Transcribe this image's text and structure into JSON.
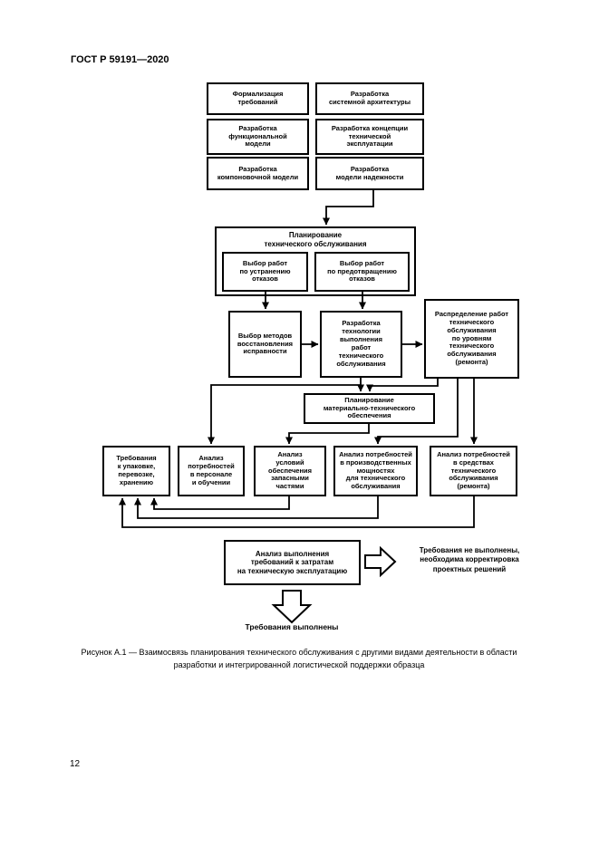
{
  "document": {
    "header": "ГОСТ Р 59191—2020",
    "page_number": "12",
    "caption": [
      "Рисунок А.1 — Взаимосвязь планирования технического обслуживания с другими видами деятельности в области",
      "разработки и интегрированной логистической поддержки образца"
    ]
  },
  "flowchart": {
    "colors": {
      "line": "#000000",
      "background": "#ffffff"
    },
    "development_boxes": [
      {
        "label": [
          "Формализация",
          "требований"
        ]
      },
      {
        "label": [
          "Разработка",
          "системной архитектуры"
        ]
      },
      {
        "label": [
          "Разработка",
          "функциональной",
          "модели"
        ]
      },
      {
        "label": [
          "Разработка концепции",
          "технической",
          "эксплуатации"
        ]
      },
      {
        "label": [
          "Разработка",
          "компоновочной модели"
        ]
      },
      {
        "label": [
          "Разработка",
          "модели надежности"
        ]
      }
    ],
    "planning": {
      "title": [
        "Планирование",
        "технического обслуживания"
      ],
      "children": [
        {
          "label": [
            "Выбор работ",
            "по устранению",
            "отказов"
          ]
        },
        {
          "label": [
            "Выбор работ",
            "по предотвращению",
            "отказов"
          ]
        }
      ]
    },
    "middle_boxes": [
      {
        "label": [
          "Выбор методов",
          "восстановления",
          "исправности"
        ]
      },
      {
        "label": [
          "Разработка",
          "технологии",
          "выполнения",
          "работ",
          "технического",
          "обслуживания"
        ]
      },
      {
        "label": [
          "Распределение работ",
          "технического",
          "обслуживания",
          "по уровням",
          "технического",
          "обслуживания",
          "(ремонта)"
        ]
      }
    ],
    "logistics_box": {
      "label": [
        "Планирование",
        "материально-технического",
        "обеспечения"
      ]
    },
    "analysis_boxes": [
      {
        "label": [
          "Требования",
          "к упаковке,",
          "перевозке,",
          "хранению"
        ]
      },
      {
        "label": [
          "Анализ",
          "потребностей",
          "в персонале",
          "и обучении"
        ]
      },
      {
        "label": [
          "Анализ",
          "условий",
          "обеспечения",
          "запасными",
          "частями"
        ]
      },
      {
        "label": [
          "Анализ потребностей",
          "в производственных",
          "мощностях",
          "для технического",
          "обслуживания"
        ]
      },
      {
        "label": [
          "Анализ потребностей",
          "в средствах",
          "технического",
          "обслуживания",
          "(ремонта)"
        ]
      }
    ],
    "cost_analysis_box": {
      "label": [
        "Анализ выполнения",
        "требований к затратам",
        "на техническую эксплуатацию"
      ]
    },
    "outcomes": {
      "negative": [
        "Требования не выполнены,",
        "необходима корректировка",
        "проектных решений"
      ],
      "positive": "Требования выполнены"
    }
  }
}
